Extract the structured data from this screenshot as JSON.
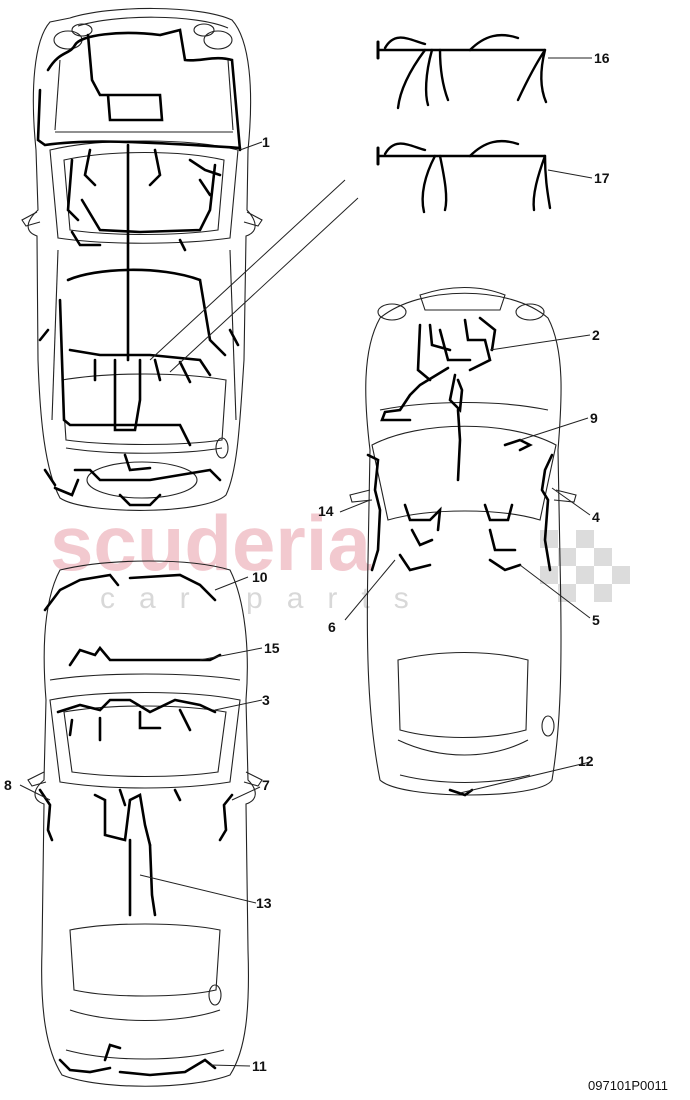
{
  "watermark": {
    "brand": "scuderia",
    "tagline": "car parts"
  },
  "part_code": "097101P0011",
  "callouts": [
    {
      "id": "1",
      "label": "1"
    },
    {
      "id": "2",
      "label": "2"
    },
    {
      "id": "3",
      "label": "3"
    },
    {
      "id": "4",
      "label": "4"
    },
    {
      "id": "5",
      "label": "5"
    },
    {
      "id": "6",
      "label": "6"
    },
    {
      "id": "7",
      "label": "7"
    },
    {
      "id": "8",
      "label": "8"
    },
    {
      "id": "9",
      "label": "9"
    },
    {
      "id": "10",
      "label": "10"
    },
    {
      "id": "11",
      "label": "11"
    },
    {
      "id": "12",
      "label": "12"
    },
    {
      "id": "13",
      "label": "13"
    },
    {
      "id": "14",
      "label": "14"
    },
    {
      "id": "15",
      "label": "15"
    },
    {
      "id": "16",
      "label": "16"
    },
    {
      "id": "17",
      "label": "17"
    }
  ]
}
